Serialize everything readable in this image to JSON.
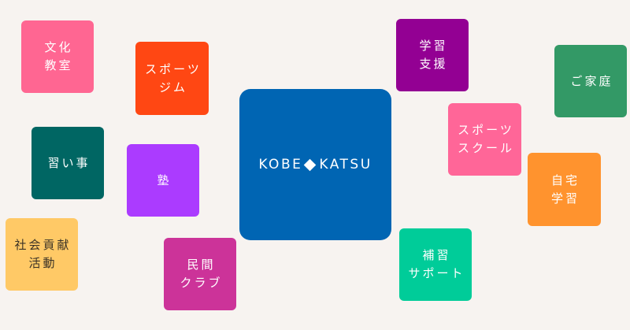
{
  "background_color": "#f7f3f0",
  "center_logo": {
    "left_text": "KOBE",
    "separator_icon": "diamond",
    "right_text": "KATSU",
    "color": "#0065b3"
  },
  "tiles": [
    {
      "id": "bunka-kyoshitsu",
      "lines": [
        "文化",
        "教室"
      ],
      "color": "#ff6692",
      "text_color": "#ffffff"
    },
    {
      "id": "sports-gym",
      "lines": [
        "スポーツ",
        "ジム"
      ],
      "color": "#ff4713",
      "text_color": "#ffffff"
    },
    {
      "id": "naraigoto",
      "lines": [
        "習い事"
      ],
      "color": "#006663",
      "text_color": "#ffffff"
    },
    {
      "id": "juku",
      "lines": [
        "塾"
      ],
      "color": "#ab3bff",
      "text_color": "#ffffff"
    },
    {
      "id": "shakai-koken",
      "lines": [
        "社会貢献",
        "活動"
      ],
      "color": "#ffc966",
      "text_color": "#3a3226"
    },
    {
      "id": "minkan-club",
      "lines": [
        "民間",
        "クラブ"
      ],
      "color": "#cc3399",
      "text_color": "#ffffff"
    },
    {
      "id": "gakushu-shien",
      "lines": [
        "学習",
        "支援"
      ],
      "color": "#930093",
      "text_color": "#ffffff"
    },
    {
      "id": "gokatei",
      "lines": [
        "ご家庭"
      ],
      "color": "#339966",
      "text_color": "#ffffff"
    },
    {
      "id": "sports-school",
      "lines": [
        "スポーツ",
        "スクール"
      ],
      "color": "#ff6698",
      "text_color": "#ffffff"
    },
    {
      "id": "jitaku-gakushu",
      "lines": [
        "自宅",
        "学習"
      ],
      "color": "#ff932e",
      "text_color": "#ffffff"
    },
    {
      "id": "hoshu-support",
      "lines": [
        "補習",
        "サポート"
      ],
      "color": "#00cc99",
      "text_color": "#ffffff"
    }
  ]
}
